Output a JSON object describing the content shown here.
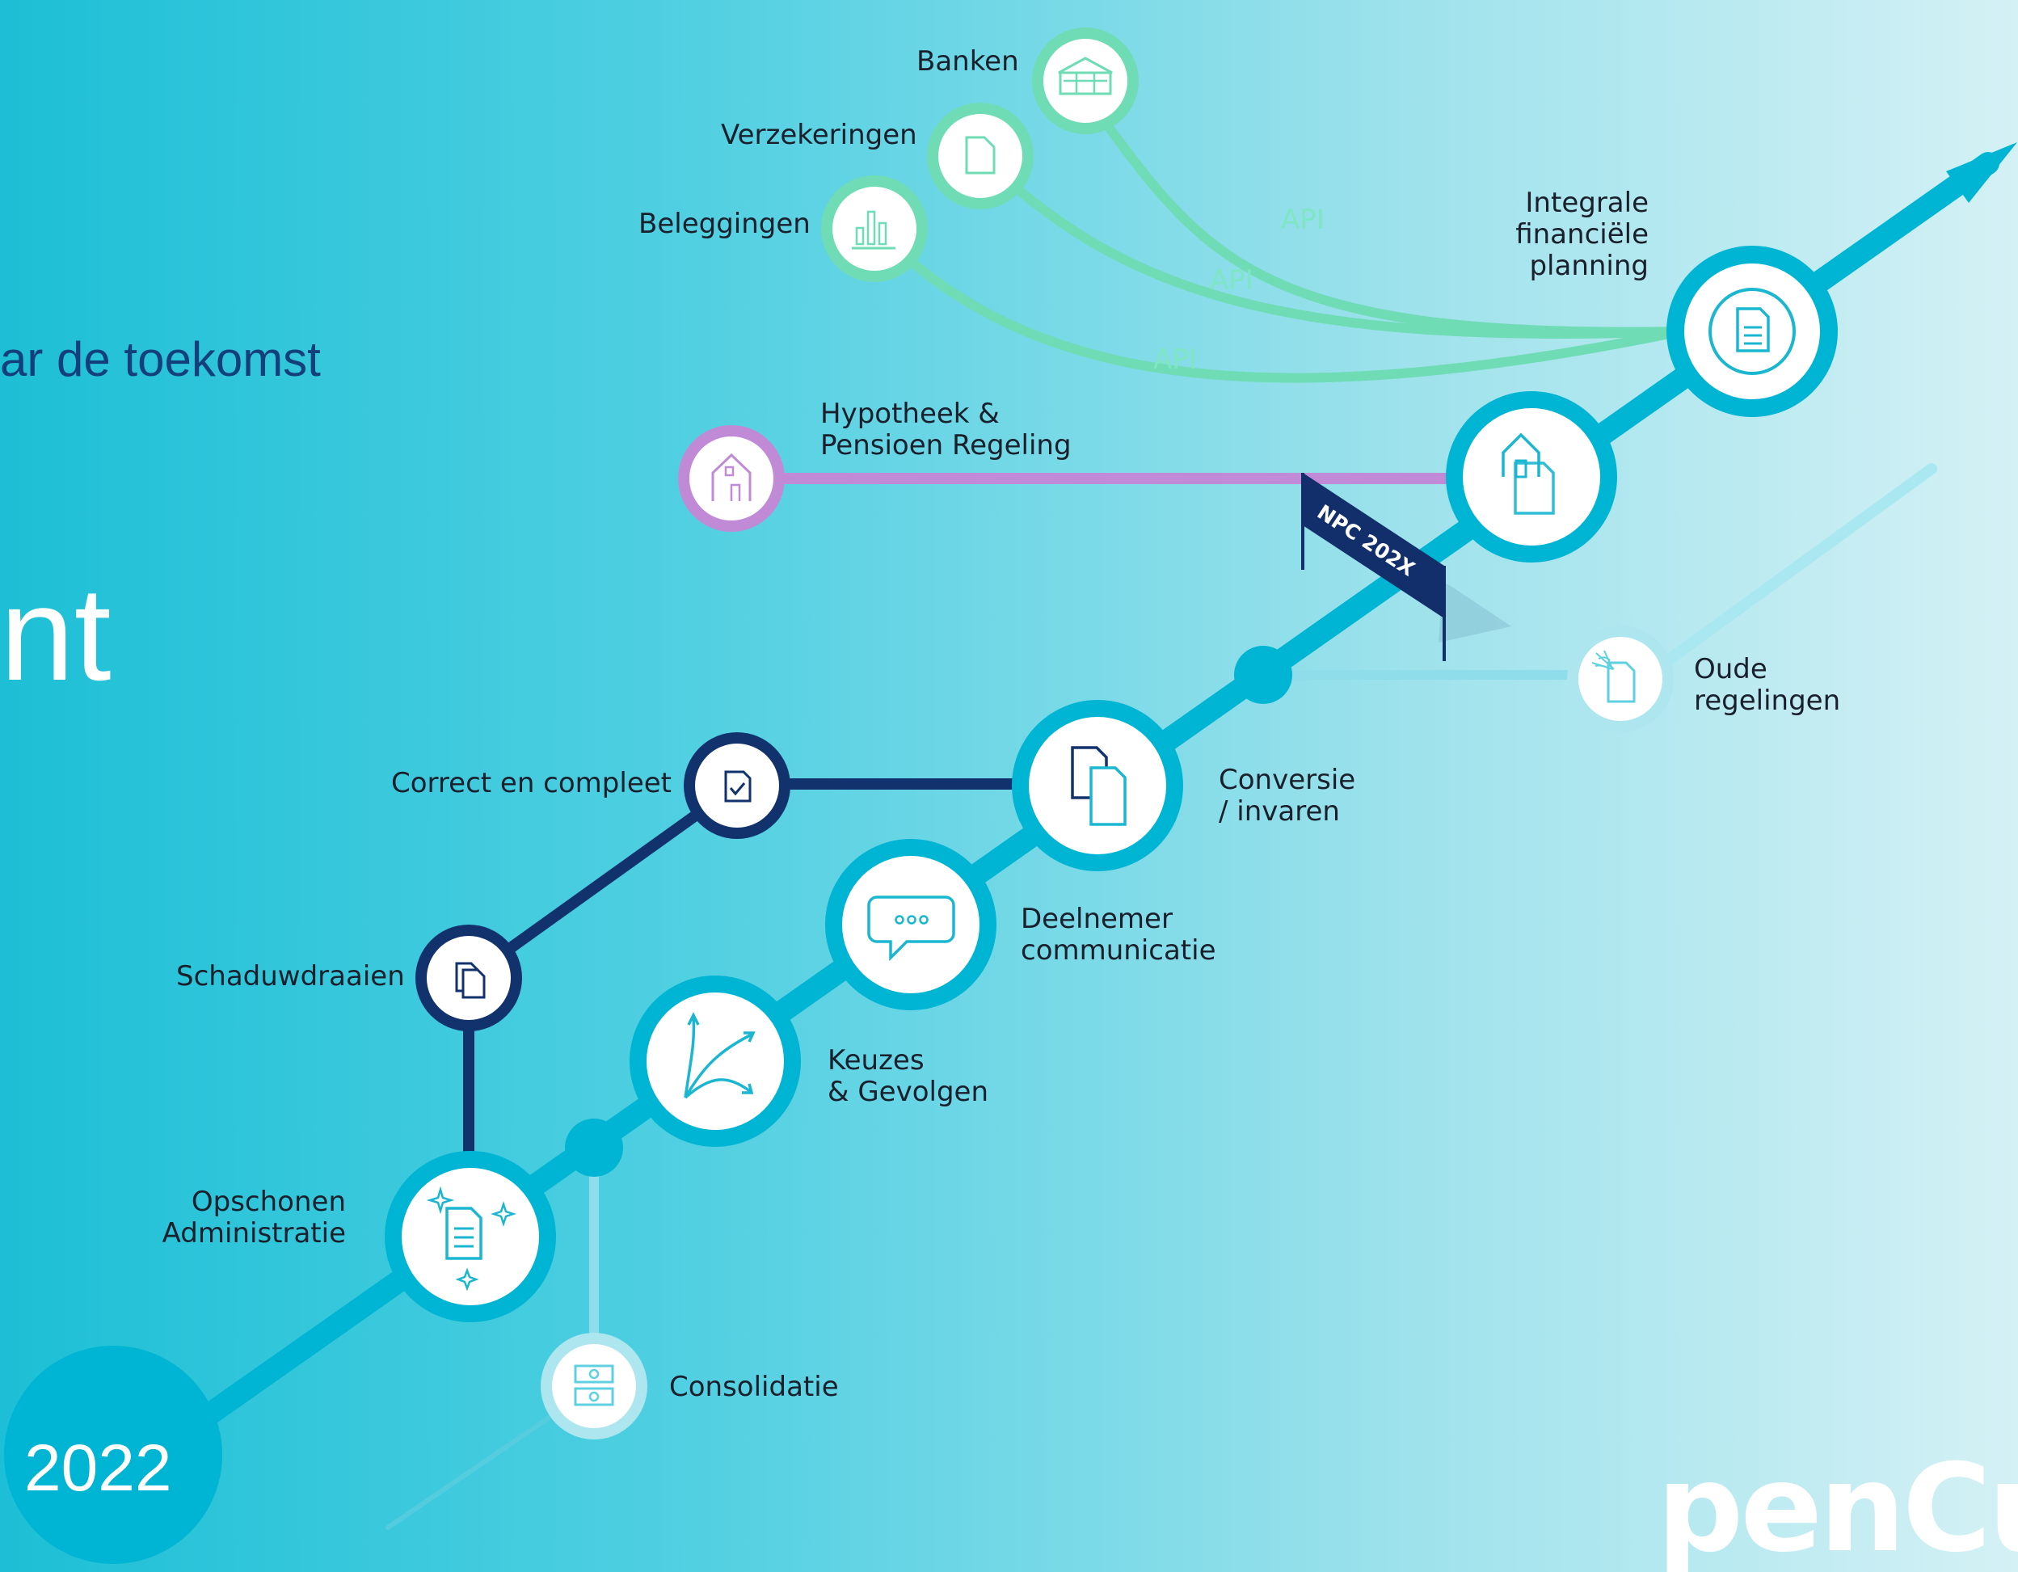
{
  "header": {
    "subtitle": "ar de toekomst",
    "title": "nt"
  },
  "year": "2022",
  "brand": {
    "logo_text": "penCu"
  },
  "api_label": "API",
  "milestones": {
    "banken": "Banken",
    "verzekeringen": "Verzekeringen",
    "beleggingen": "Beleggingen",
    "integrale": "Integrale\nfinanciële\nplanning",
    "hypotheek": "Hypotheek &\nPensioen Regeling",
    "correct": "Correct en compleet",
    "schaduw": "Schaduwdraaien",
    "opschonen": "Opschonen\nAdministratie",
    "consolidatie": "Consolidatie",
    "keuzes": "Keuzes\n& Gevolgen",
    "deelnemer": "Deelnemer\ncommunicatie",
    "conversie": "Conversie\n/ invaren",
    "oude": "Oude\nregelingen"
  },
  "flag": {
    "label": "NPC 202X"
  },
  "colors": {
    "background_left": "#1dbfd6",
    "background_right": "#d4f1f5",
    "main_line": "#00b5d3",
    "api_lines": "#6fdcb5",
    "hypotheek_line": "#c08ad6",
    "shadow_track": "#12326e",
    "faded_track": "#8fdcea",
    "flag": "#132f6b"
  }
}
